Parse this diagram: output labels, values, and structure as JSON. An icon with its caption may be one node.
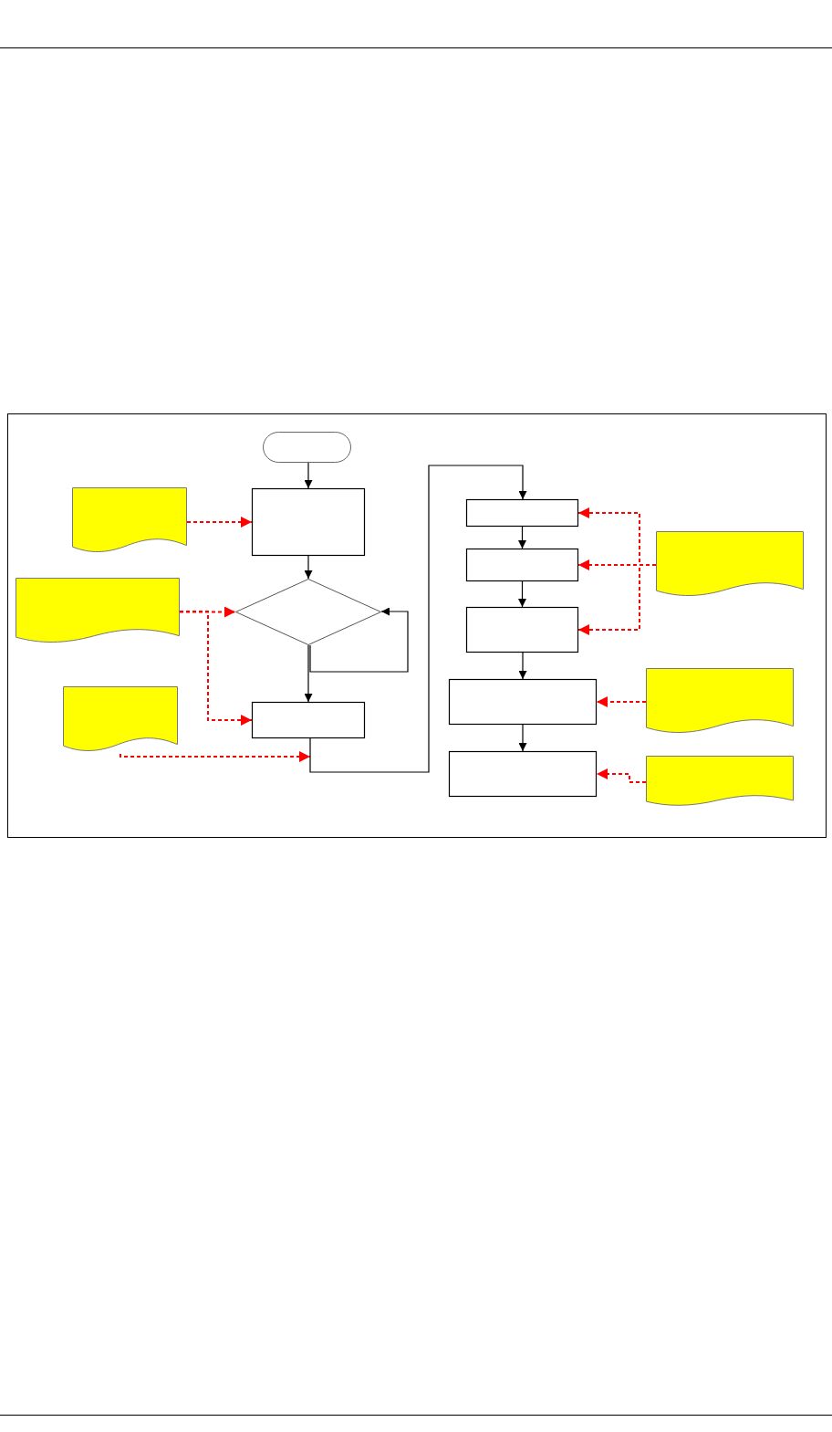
{
  "diagram": {
    "nodes": [
      {
        "text": [],
        "shape": "capsule"
      },
      {
        "text": [],
        "shape": "document"
      },
      {
        "text": [],
        "shape": "box"
      },
      {
        "text": [],
        "shape": "document"
      },
      {
        "text": [],
        "shape": "diamond"
      },
      {
        "text": [],
        "shape": "document"
      },
      {
        "text": [],
        "shape": "box"
      },
      {
        "text": [],
        "shape": "box"
      },
      {
        "text": [],
        "shape": "box"
      },
      {
        "text": [],
        "shape": "document"
      },
      {
        "text": [],
        "shape": "box"
      },
      {
        "text": [],
        "shape": "box"
      },
      {
        "text": [],
        "shape": "document"
      },
      {
        "text": [],
        "shape": "box"
      },
      {
        "text": [],
        "shape": "document"
      }
    ],
    "edges": [
      {
        "from": 0,
        "to": 2,
        "arrow": "to"
      },
      {
        "from": 1,
        "to": 2,
        "arrow": "to",
        "style": "dashed",
        "color": "#ff0000"
      },
      {
        "from": 2,
        "to": 4,
        "arrow": "to"
      },
      {
        "from": 3,
        "to": 4,
        "arrow": "to",
        "style": "dashed",
        "color": "#ff0000"
      },
      {
        "from": 3,
        "to": 6,
        "arrow": "to",
        "style": "dashed",
        "color": "#ff0000"
      },
      {
        "from": 4,
        "to": 4,
        "arrow": "to"
      },
      {
        "from": 4,
        "to": 6,
        "arrow": "to"
      },
      {
        "from": 5,
        "to": 6,
        "arrow": "to",
        "style": "dashed",
        "color": "#ff0000"
      },
      {
        "from": 6,
        "to": 7,
        "arrow": "to"
      },
      {
        "from": 7,
        "to": 8,
        "arrow": "to"
      },
      {
        "from": 8,
        "to": 10,
        "arrow": "to"
      },
      {
        "from": 9,
        "to": 7,
        "arrow": "to",
        "style": "dashed",
        "color": "#ff0000"
      },
      {
        "from": 9,
        "to": 8,
        "arrow": "to",
        "style": "dashed",
        "color": "#ff0000"
      },
      {
        "from": 9,
        "to": 10,
        "arrow": "to",
        "style": "dashed",
        "color": "#ff0000"
      },
      {
        "from": 10,
        "to": 11,
        "arrow": "to"
      },
      {
        "from": 11,
        "to": 13,
        "arrow": "to"
      },
      {
        "from": 12,
        "to": 11,
        "arrow": "to",
        "style": "dashed",
        "color": "#ff0000"
      },
      {
        "from": 14,
        "to": 13,
        "arrow": "to",
        "style": "dashed",
        "color": "#ff0000"
      }
    ]
  }
}
